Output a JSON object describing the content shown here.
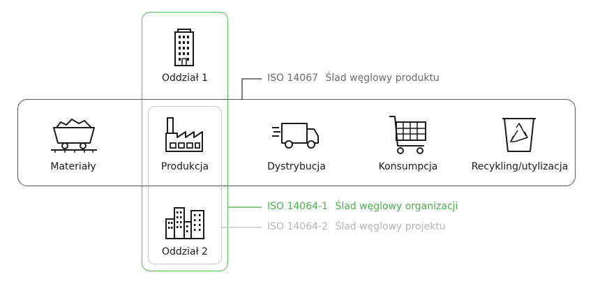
{
  "branches": {
    "top": {
      "label": "Oddział 1",
      "icon": "office-building-icon"
    },
    "bottom": {
      "label": "Oddział 2",
      "icon": "city-buildings-icon"
    }
  },
  "chain": [
    {
      "label": "Materiały",
      "icon": "mine-cart-icon"
    },
    {
      "label": "Produkcja",
      "icon": "factory-icon"
    },
    {
      "label": "Dystrybucja",
      "icon": "delivery-truck-icon"
    },
    {
      "label": "Konsumpcja",
      "icon": "shopping-cart-icon"
    },
    {
      "label": "Recykling/utylizacja",
      "icon": "recycle-bin-icon"
    }
  ],
  "standards": {
    "product": {
      "code": "ISO 14067",
      "name": "Ślad węglowy produktu",
      "color": "#6b6b6b"
    },
    "organization": {
      "code": "ISO 14064-1",
      "name": "Ślad węglowy organizacji",
      "color": "#4caf50"
    },
    "project": {
      "code": "ISO 14064-2",
      "name": "Ślad węglowy projektu",
      "color": "#b5b5b5"
    }
  },
  "colors": {
    "organization_frame": "#5cb85c",
    "project_frame": "#c8c8c8",
    "lifecycle_frame": "#555555"
  }
}
